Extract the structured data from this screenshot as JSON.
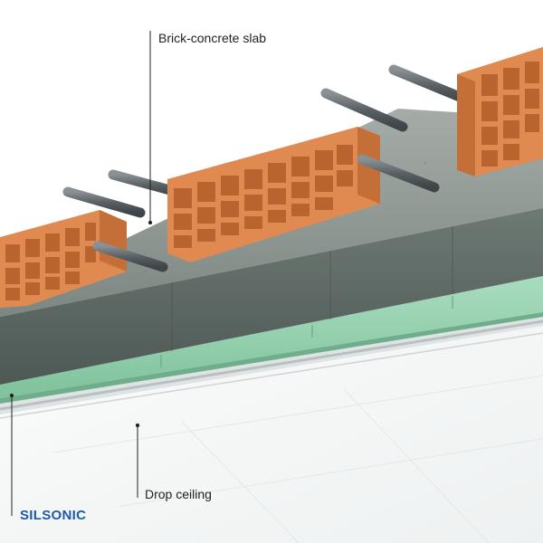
{
  "labels": {
    "slab": "Brick-concrete slab",
    "ceiling": "Drop ceiling",
    "product": "SILSONIC"
  },
  "colors": {
    "brick": "#e08a52",
    "brick_dark": "#b9642f",
    "concrete": "#8c958f",
    "concrete_dark": "#5c6762",
    "rebar": "#5d6468",
    "silsonic": "#8fd1ac",
    "ceiling": "#f4f6f6",
    "product_text": "#1f5aa6"
  }
}
